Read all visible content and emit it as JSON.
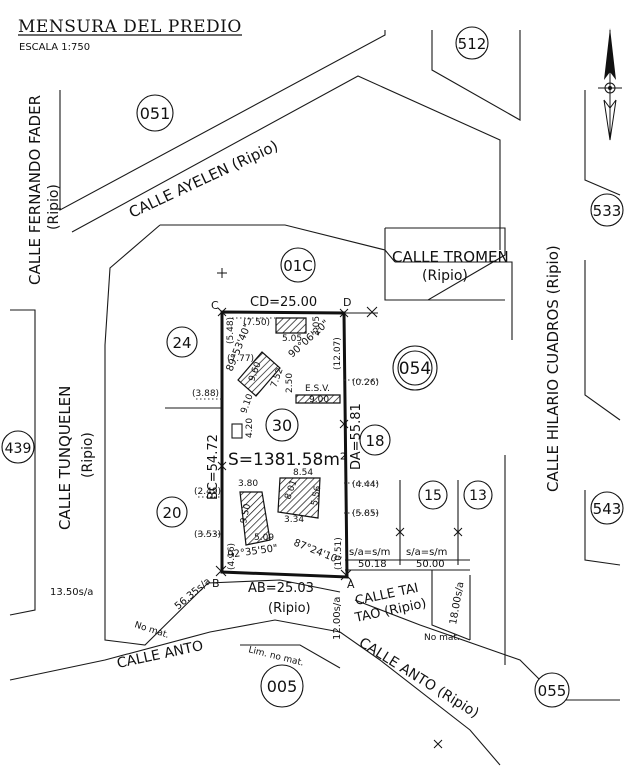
{
  "header": {
    "title": "MENSURA DEL PREDIO",
    "scale": "ESCALA 1:750"
  },
  "streets": {
    "fernando_fader": "CALLE FERNANDO FADER",
    "fernando_fader_surface": "(Ripio)",
    "ayelen": "CALLE AYELEN (Ripio)",
    "tromen": "CALLE TROMEN",
    "tromen_surface": "(Ripio)",
    "hilario": "CALLE HILARIO CUADROS (Ripio)",
    "tunquelen": "CALLE TUNQUELEN",
    "tunquelen_surface": "(Ripio)",
    "anto_left": "CALLE ANTO",
    "anto_right": "CALLE ANTO (Ripio)",
    "tai_tao_1": "CALLE TAI",
    "tai_tao_2": "TAO (Ripio)",
    "ripio_front": "(Ripio)"
  },
  "blocks": [
    "051",
    "512",
    "533",
    "01C",
    "054",
    "439",
    "543",
    "005",
    "055"
  ],
  "lots": [
    "24",
    "30",
    "18",
    "20",
    "15",
    "13"
  ],
  "parcel": {
    "vertex_a": "A",
    "vertex_b": "B",
    "vertex_c": "C",
    "vertex_d": "D",
    "side_cd": "CD=25.00",
    "side_ab": "AB=25.03",
    "side_bc": "BC=54.72",
    "side_da": "DA=55.81",
    "area": "S=1381.58m²",
    "angle_c": "89°53'40\"",
    "angle_d": "90°06'20\"",
    "angle_b": "92°35'50\"",
    "angle_a": "87°24'10\""
  },
  "dimensions": {
    "d_7_50": "(7.50)",
    "d_5_05": "5.05",
    "d_3_05": "3.05",
    "d_5_48": "(5.48)",
    "d_12_07": "(12.07)",
    "d_7_77": "(7.77)",
    "d_9_60": "9.60",
    "d_7_52": "7.52",
    "d_2_50": "2.50",
    "esv": "E.S.V.",
    "d_9_00": "9.00",
    "d_0_26": "(0.26)",
    "d_3_88": "(3.88)",
    "d_9_10": "9.10",
    "d_4_20": "4.20",
    "d_8_54": "8.54",
    "d_8_01": "8.01",
    "d_5_56": "5.56",
    "d_3_34": "3.34",
    "d_4_44": "(4.44)",
    "d_3_80": "3.80",
    "d_2_49": "(2.49)",
    "d_9_50": "9.50",
    "d_5_09": "5.09",
    "d_5_85": "(5.85)",
    "d_3_53": "(3.53)",
    "d_4_16": "(4.16)",
    "d_10_51": "(10.51)",
    "sa1_a": "s/a=s/m",
    "sa1_b": "50.18",
    "sa2_a": "s/a=s/m",
    "sa2_b": "50.00",
    "d_13_50": "13.50s/a",
    "d_56_35": "56.35s/a",
    "d_12_00": "12.00s/a",
    "d_18_00": "18.00s/a",
    "no_mat_1": "No mat.",
    "no_mat_2": "No mat.",
    "lim_no_mat": "Lim. no mat."
  },
  "north_arrow": "north-arrow-icon"
}
